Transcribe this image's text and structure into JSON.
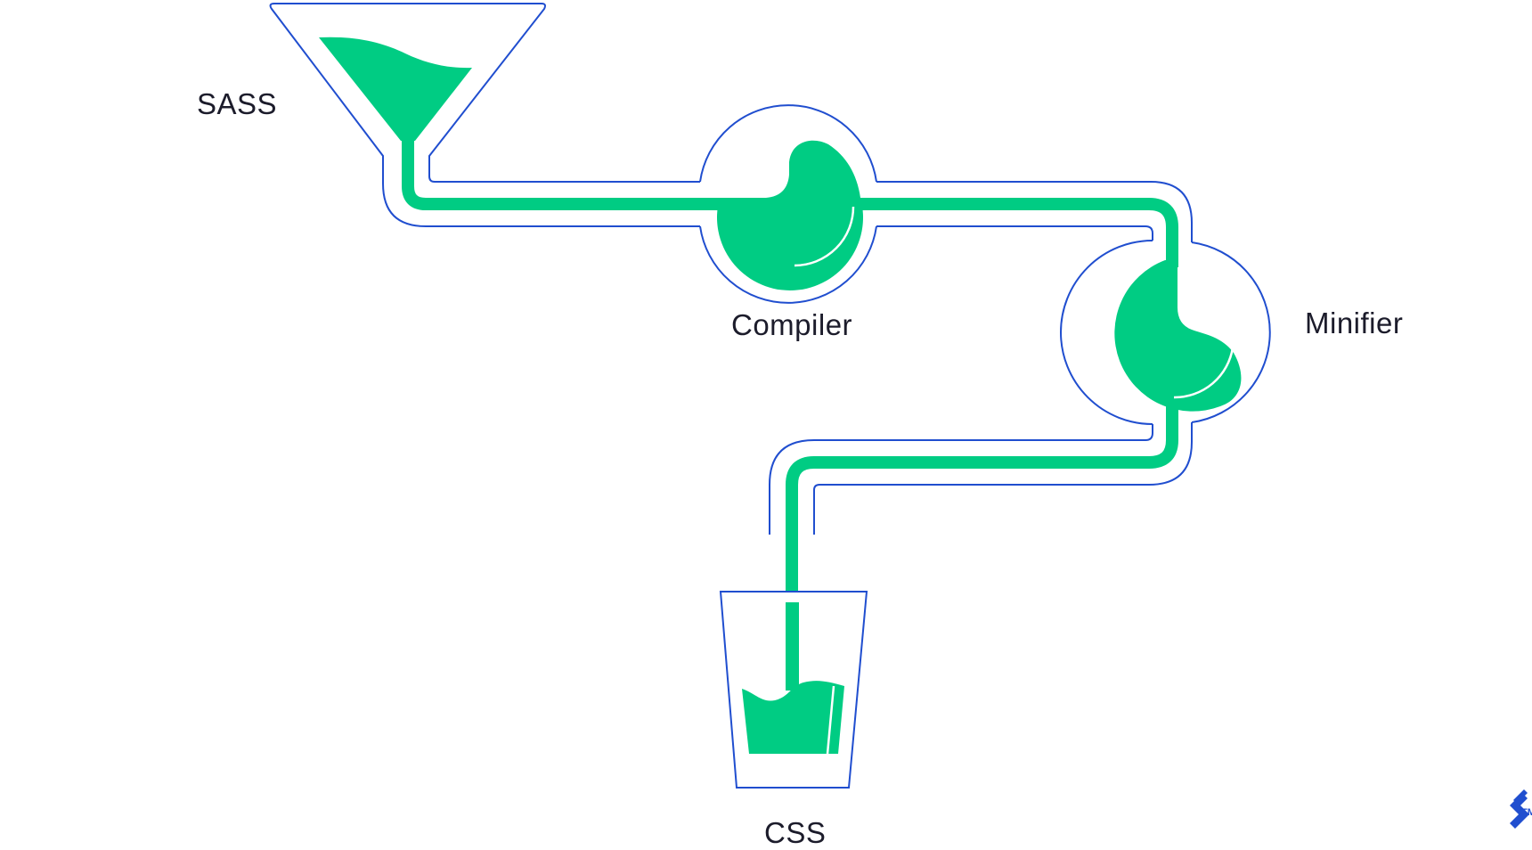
{
  "labels": {
    "sass": "SASS",
    "compiler": "Compiler",
    "minifier": "Minifier",
    "css": "CSS"
  },
  "logo": {
    "trademark": "TM"
  },
  "colors": {
    "outline": "#204ecf",
    "fluid": "#00cc83",
    "background": "#ffffff",
    "text": "#1c1c2b"
  }
}
